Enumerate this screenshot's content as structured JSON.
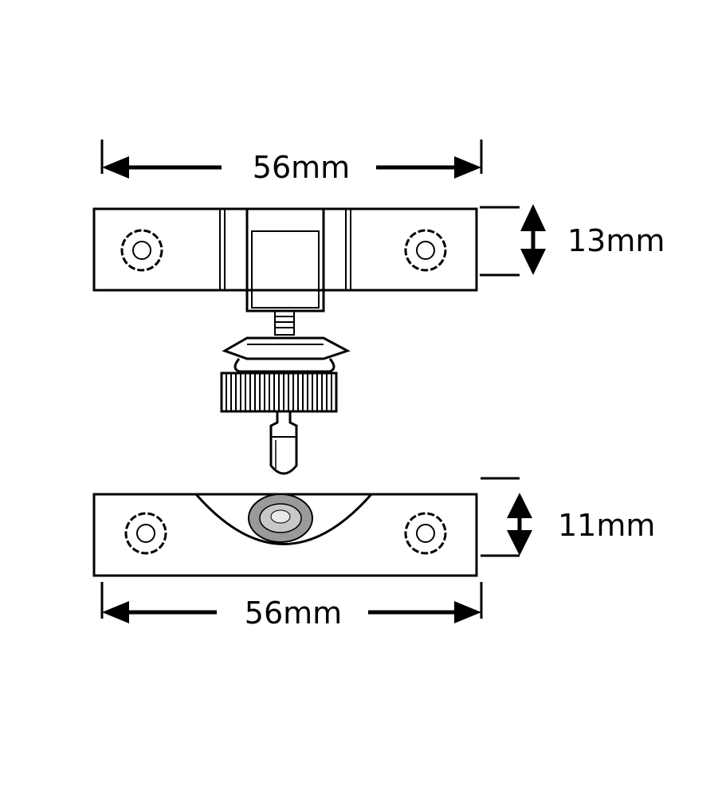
{
  "dimensions": {
    "top_width": "56mm",
    "top_height": "13mm",
    "bottom_height": "11mm",
    "bottom_width": "56mm"
  }
}
